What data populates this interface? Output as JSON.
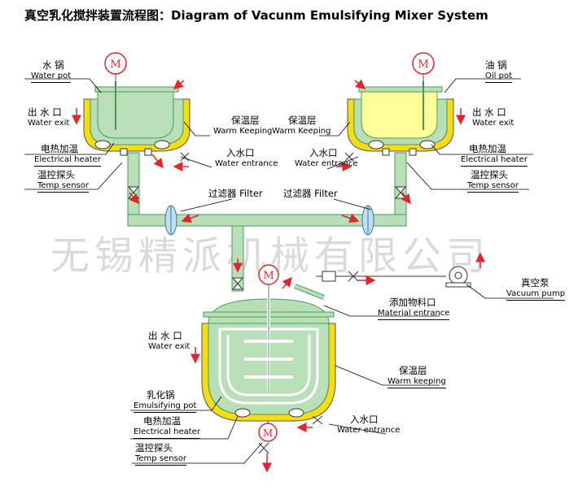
{
  "title": "真空乳化搅拌装置流程图：Diagram of Vacunm Emulsifying Mixer System",
  "watermark": "无锡精派机械有限公司",
  "motor_symbol": "M",
  "colors": {
    "green": "#b9dfb8",
    "green_stroke": "#4a9a5a",
    "yellow": "#ffff99",
    "jacket_yellow": "#f6dc10",
    "arrow_red": "#e0262a"
  },
  "labels": {
    "water_pot": {
      "cn": "水 锅",
      "en": "Water pot"
    },
    "water_exit_left": {
      "cn": "出 水 口",
      "en": "Water exit"
    },
    "elec_heater_left": {
      "cn": "电热加温",
      "en": "Electrical heater"
    },
    "temp_sensor_left": {
      "cn": "温控探头",
      "en": "Temp sensor"
    },
    "warm_keeping_left": {
      "cn": "保温层",
      "en": "Warm Keeping"
    },
    "water_entrance_left": {
      "cn": "入水口",
      "en": "Water entrance"
    },
    "filter_left": {
      "cn": "过滤器 Filter"
    },
    "filter_right": {
      "cn": "过滤器 Filter"
    },
    "warm_keeping_right": {
      "cn": "保温层",
      "en": "Warm Keeping"
    },
    "water_entrance_right": {
      "cn": "入水口",
      "en": "Water entrance"
    },
    "oil_pot": {
      "cn": "油 锅",
      "en": "Oil pot"
    },
    "water_exit_right": {
      "cn": "出 水 口",
      "en": "Water exit"
    },
    "elec_heater_right": {
      "cn": "电热加温",
      "en": "Electrical heater"
    },
    "temp_sensor_right": {
      "cn": "温控探头",
      "en": "Temp sensor"
    },
    "vacuum_pump": {
      "cn": "真空泵",
      "en": "Vacuum pump"
    },
    "material_entrance": {
      "cn": "添加物料口",
      "en": "Material entrance"
    },
    "water_exit_bottom": {
      "cn": "出 水 口",
      "en": "Water exit"
    },
    "warm_keeping_bottom": {
      "cn": "保温层",
      "en": "Warm keeping"
    },
    "emulsifying_pot": {
      "cn": "乳化锅",
      "en": "Emulsifying pot"
    },
    "elec_heater_bottom": {
      "cn": "电热加温",
      "en": "Electrical heater"
    },
    "water_entrance_bottom": {
      "cn": "入水口",
      "en": "Water entrance"
    },
    "temp_sensor_bottom": {
      "cn": "温控探头",
      "en": "Temp sensor"
    }
  }
}
